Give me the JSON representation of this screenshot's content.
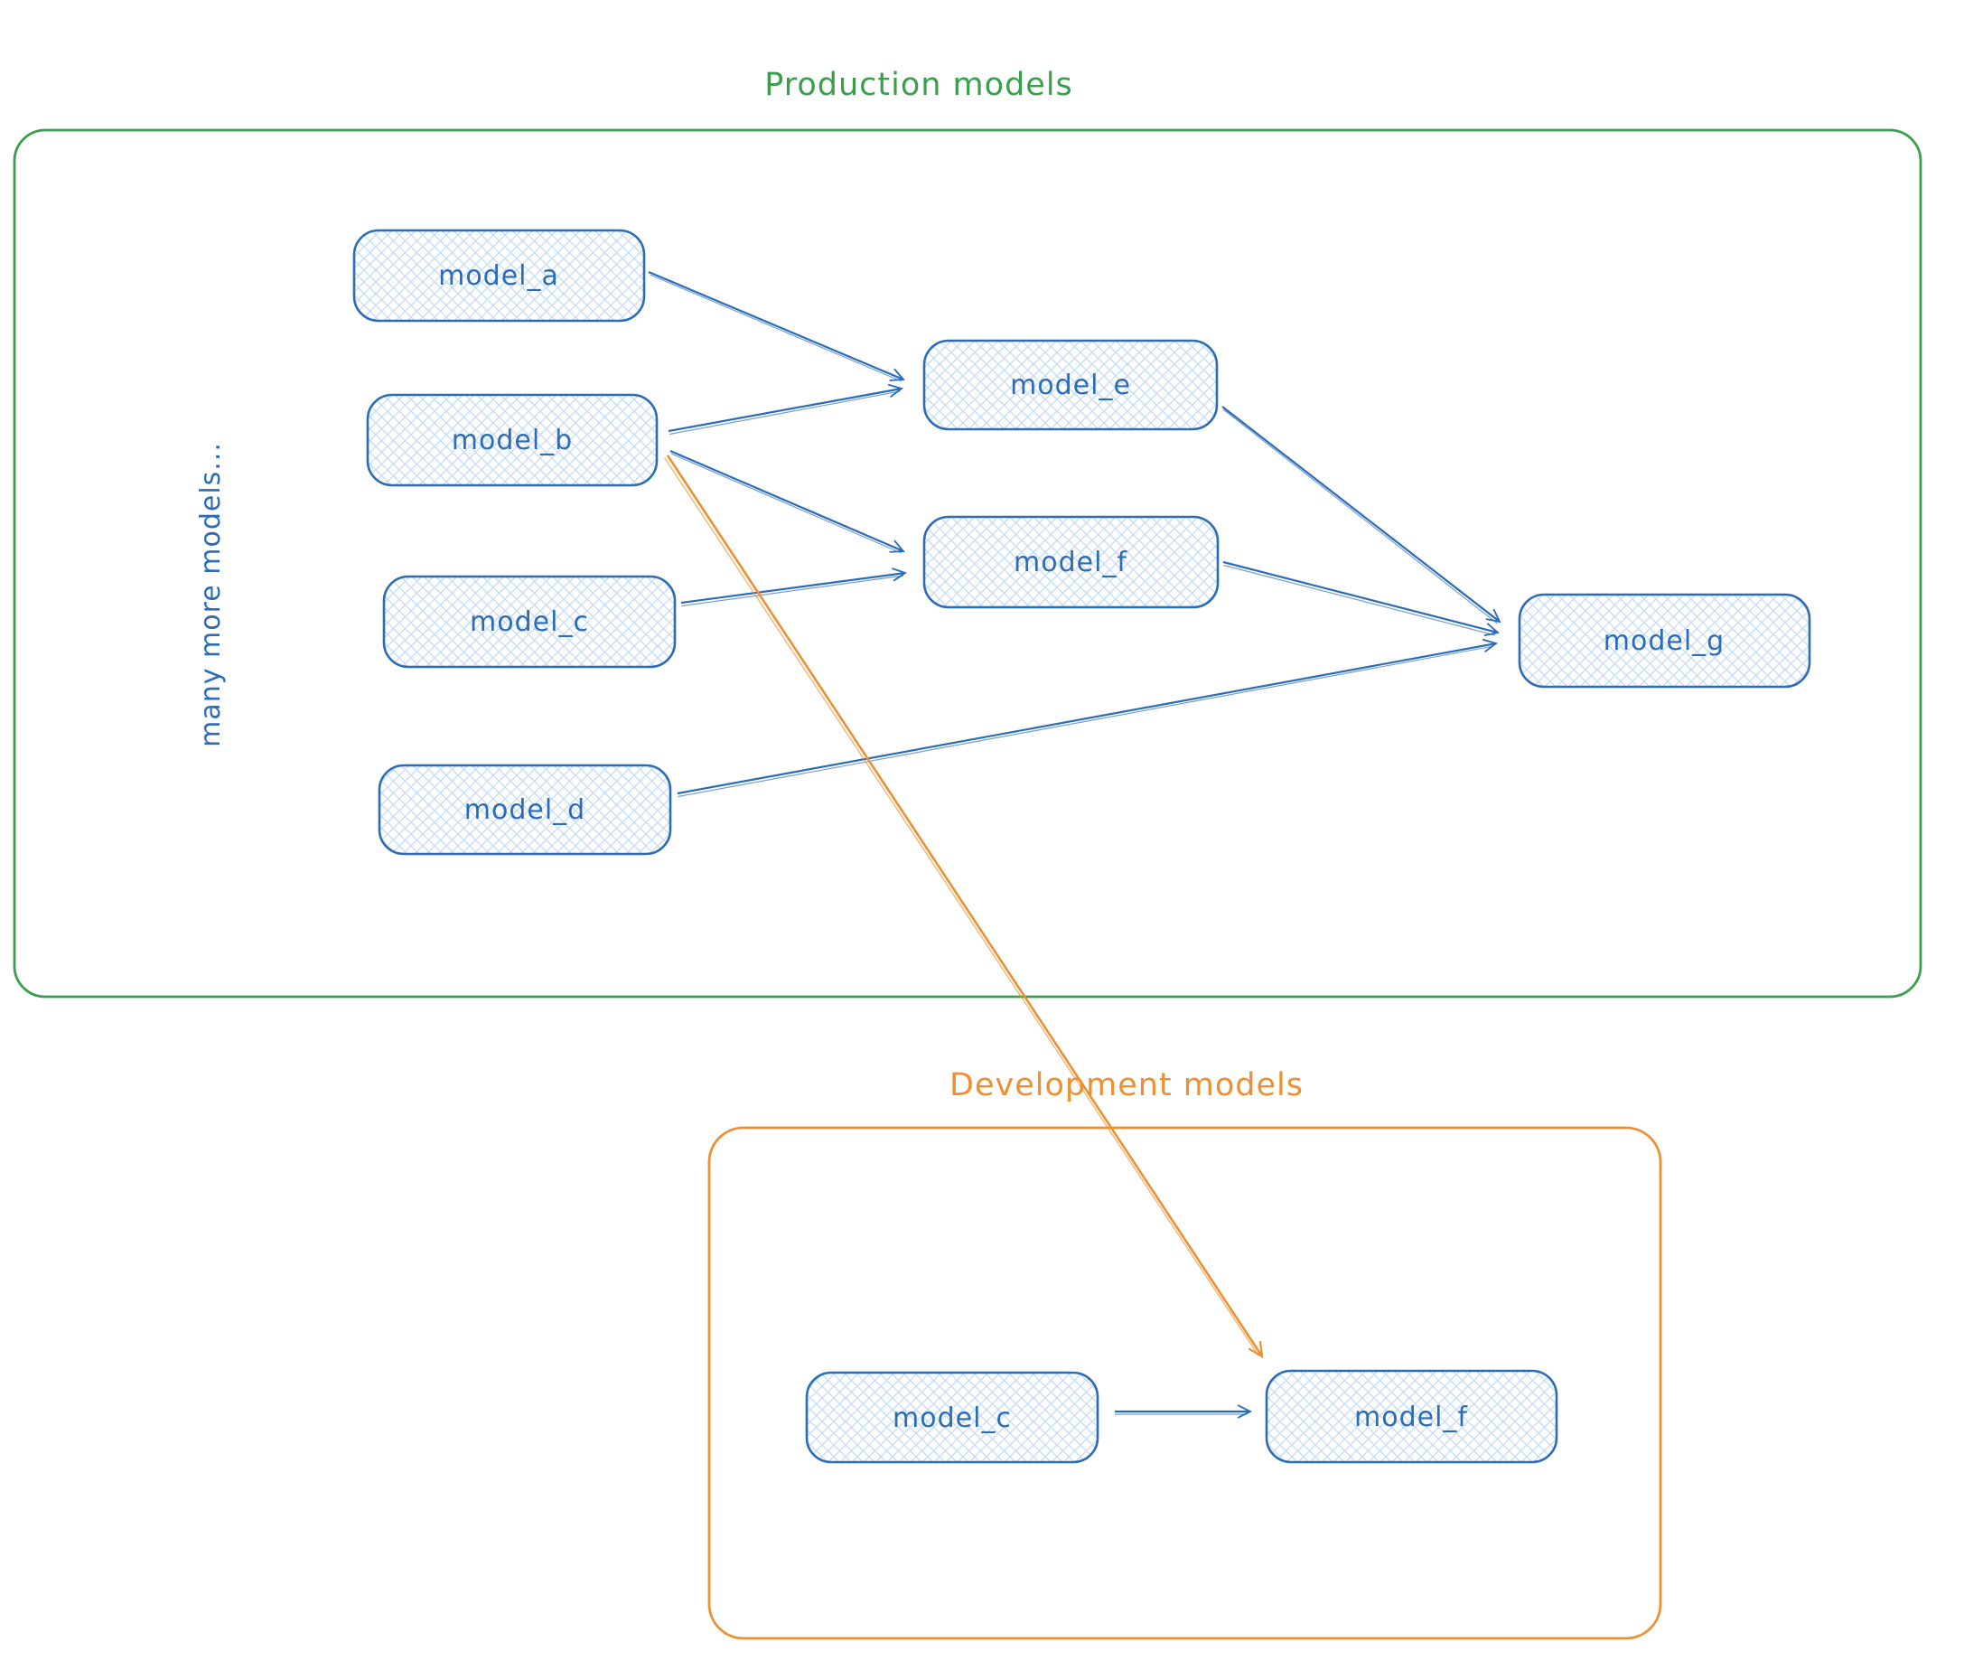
{
  "diagram": {
    "production": {
      "title": "Production models",
      "side_label": "many more models...",
      "nodes": {
        "model_a": {
          "label": "model_a"
        },
        "model_b": {
          "label": "model_b"
        },
        "model_c": {
          "label": "model_c"
        },
        "model_d": {
          "label": "model_d"
        },
        "model_e": {
          "label": "model_e"
        },
        "model_f": {
          "label": "model_f"
        },
        "model_g": {
          "label": "model_g"
        }
      }
    },
    "development": {
      "title": "Development models",
      "nodes": {
        "model_c": {
          "label": "model_c"
        },
        "model_f": {
          "label": "model_f"
        }
      }
    },
    "edges": [
      {
        "from": "production.model_a",
        "to": "production.model_e",
        "color": "blue"
      },
      {
        "from": "production.model_b",
        "to": "production.model_e",
        "color": "blue"
      },
      {
        "from": "production.model_b",
        "to": "production.model_f",
        "color": "blue"
      },
      {
        "from": "production.model_c",
        "to": "production.model_f",
        "color": "blue"
      },
      {
        "from": "production.model_e",
        "to": "production.model_g",
        "color": "blue"
      },
      {
        "from": "production.model_f",
        "to": "production.model_g",
        "color": "blue"
      },
      {
        "from": "production.model_d",
        "to": "production.model_g",
        "color": "blue"
      },
      {
        "from": "development.model_c",
        "to": "development.model_f",
        "color": "blue"
      },
      {
        "from": "production.model_b",
        "to": "development.model_f",
        "color": "orange"
      }
    ],
    "colors": {
      "node_stroke_blue": "#2b6cb8",
      "node_fill_hatch": "#c3dcf5",
      "production_green": "#3a9e4d",
      "development_orange": "#ee9031"
    }
  }
}
